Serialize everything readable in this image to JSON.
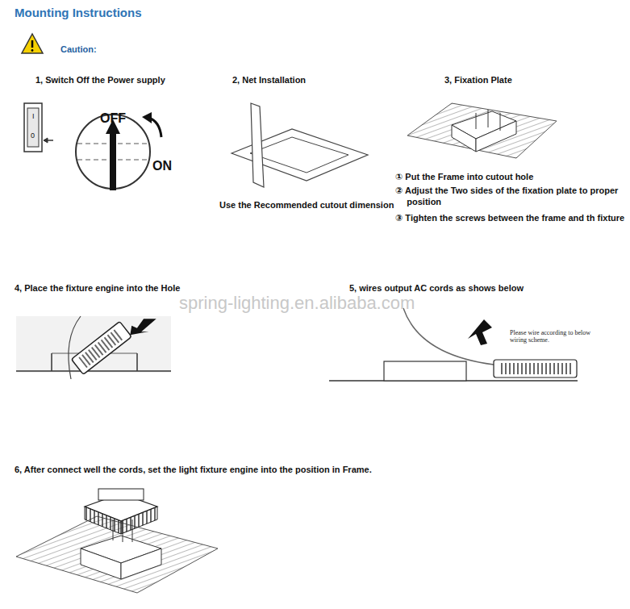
{
  "diagram": {
    "title": "Mounting Instructions",
    "labels": [
      "Caution:",
      "1, Switch Off the Power supply",
      "I",
      "0",
      "OFF",
      "ON",
      "2, Net Installation",
      "Use the Recommended cutout dimension",
      "3, Fixation Plate",
      "① Put the Frame into cutout hole",
      "② Adjust the Two sides of the fixation plate to proper position",
      "③ Tighten the screws between the frame and th fixture",
      "spring-lighting.en.alibaba.com",
      "4, Place the fixture engine into the Hole",
      "5, wires output AC cords as shows below",
      "Please wire according to below wiring scheme.",
      "6, After connect well the cords, set the light fixture engine into the position in Frame."
    ]
  }
}
